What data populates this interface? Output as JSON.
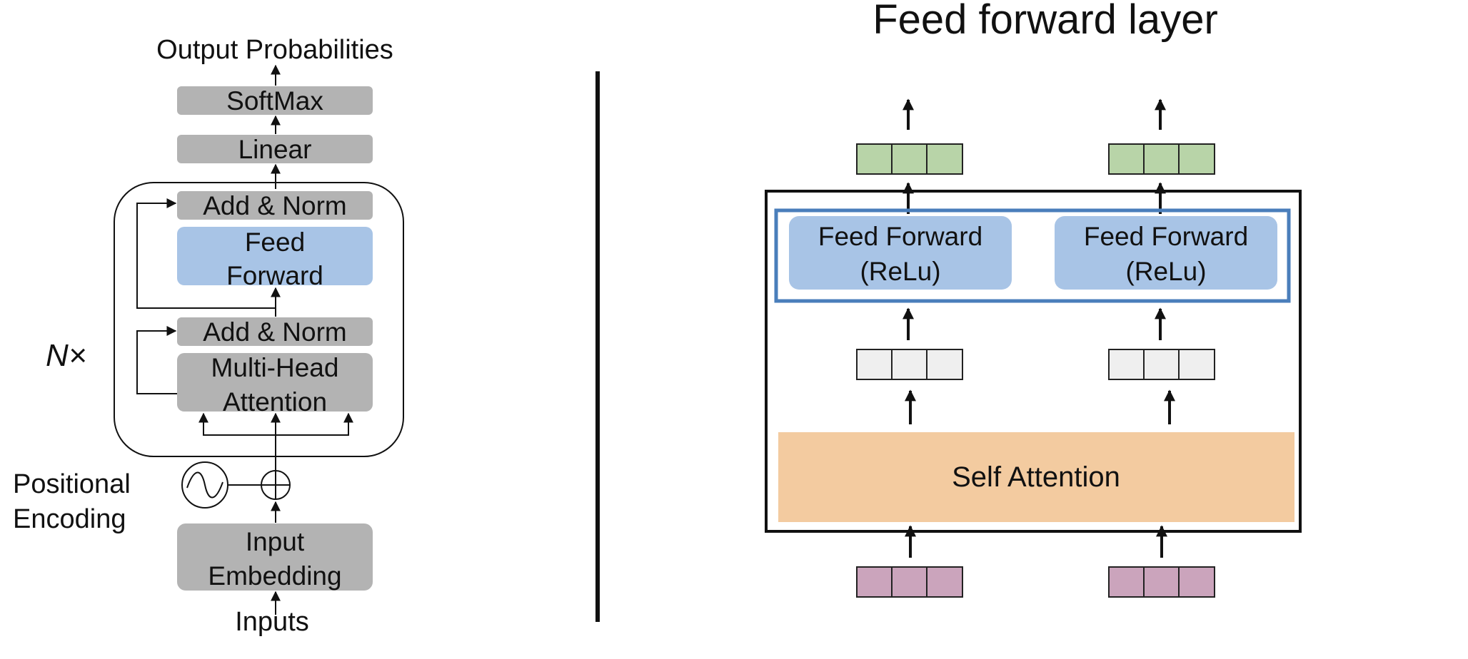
{
  "left_diagram": {
    "output_label": "Output Probabilities",
    "softmax_label": "SoftMax",
    "linear_label": "Linear",
    "add_norm_top_label": "Add & Norm",
    "feed_forward_line1": "Feed",
    "feed_forward_line2": "Forward",
    "add_norm_bottom_label": "Add & Norm",
    "mha_line1": "Multi-Head",
    "mha_line2": "Attention",
    "repeat_label": "N×",
    "positional_line1": "Positional",
    "positional_line2": "Encoding",
    "embedding_line1": "Input",
    "embedding_line2": "Embedding",
    "inputs_label": "Inputs"
  },
  "right_diagram": {
    "title": "Feed forward layer",
    "ff_left_line1": "Feed Forward",
    "ff_left_line2": "(ReLu)",
    "ff_right_line1": "Feed Forward",
    "ff_right_line2": "(ReLu)",
    "self_attention_label": "Self Attention"
  },
  "colors": {
    "gray_block": "#b3b3b3",
    "blue_block": "#a8c4e6",
    "blue_border": "#4a7ebb",
    "orange_block": "#f3cba0",
    "green_vector": "#b8d4a8",
    "light_vector": "#efefef",
    "pink_vector": "#cba4bc"
  }
}
